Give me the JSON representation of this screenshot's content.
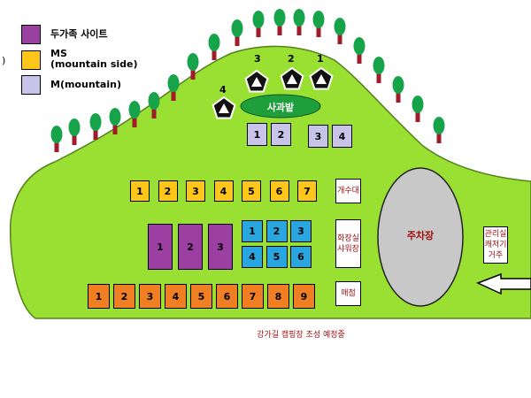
{
  "legend": [
    {
      "label": "두가족 사이트",
      "color": "#9b3fa3"
    },
    {
      "label": "MS\n(mountain side)",
      "color": "#ffc61a"
    },
    {
      "label": "M(mountain)",
      "color": "#c8c3e8"
    }
  ],
  "edge_glyph": ")",
  "colors": {
    "grass": "#99e033",
    "grass_border": "#55801d",
    "tree_leaf": "#16a34a",
    "tree_trunk": "#a11c2a",
    "parking": "#c8c8c8",
    "ms": "#ffc61a",
    "family": "#9b3fa3",
    "mountain": "#c8c3e8",
    "blue": "#29a5e0",
    "orange": "#f07e22",
    "garden": "#1f9e3c"
  },
  "tents": [
    {
      "num": "3"
    },
    {
      "num": "2"
    },
    {
      "num": "1"
    },
    {
      "num": "4"
    }
  ],
  "garden_label": "사과밭",
  "mountain_sites": [
    "1",
    "2",
    "3",
    "4"
  ],
  "ms_sites": [
    "1",
    "2",
    "3",
    "4",
    "5",
    "6",
    "7"
  ],
  "family_sites": [
    "1",
    "2",
    "3"
  ],
  "blue_sites": [
    "1",
    "2",
    "3",
    "4",
    "5",
    "6"
  ],
  "orange_sites": [
    "1",
    "2",
    "3",
    "4",
    "5",
    "6",
    "7",
    "8",
    "9"
  ],
  "buildings": {
    "sink": "개수대",
    "restroom": "화장실\n샤워장",
    "store": "매점",
    "office": "관리실\n캐저기\n거주"
  },
  "parking_label": "주차장",
  "road_label": "강가길 캠핑장 조성 예정중"
}
